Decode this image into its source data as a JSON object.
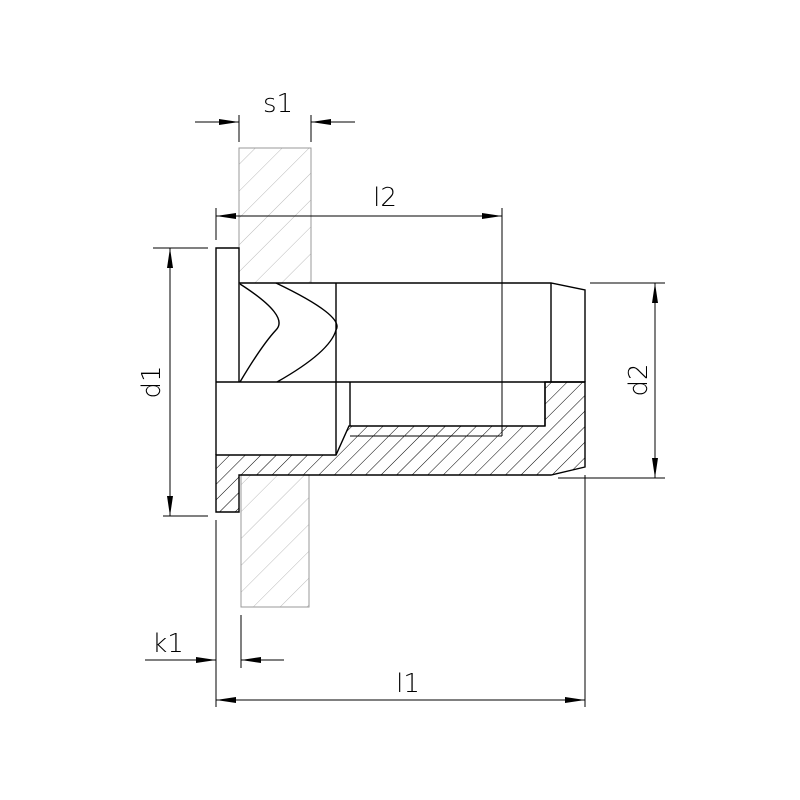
{
  "drawing": {
    "labels": {
      "s1": "s1",
      "l2": "l2",
      "d1": "d1",
      "d2": "d2",
      "k1": "k1",
      "l1": "l1"
    },
    "colors": {
      "part_line": "#000000",
      "plate_line": "#999999",
      "plate_hatch": "#bbbbbb"
    }
  }
}
